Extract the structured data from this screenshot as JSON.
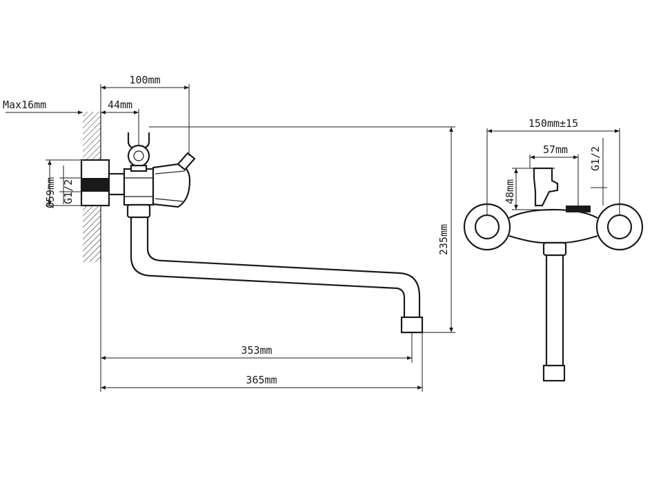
{
  "side_view": {
    "dim_100": "100mm",
    "dim_max16": "Max16mm",
    "dim_44": "44mm",
    "dim_59": "Ø59mm",
    "dim_g12": "G1/2",
    "dim_235": "235mm",
    "dim_353": "353mm",
    "dim_365": "365mm"
  },
  "front_view": {
    "dim_150": "150mm±15",
    "dim_57": "57mm",
    "dim_48": "48mm",
    "dim_g12": "G1/2"
  }
}
